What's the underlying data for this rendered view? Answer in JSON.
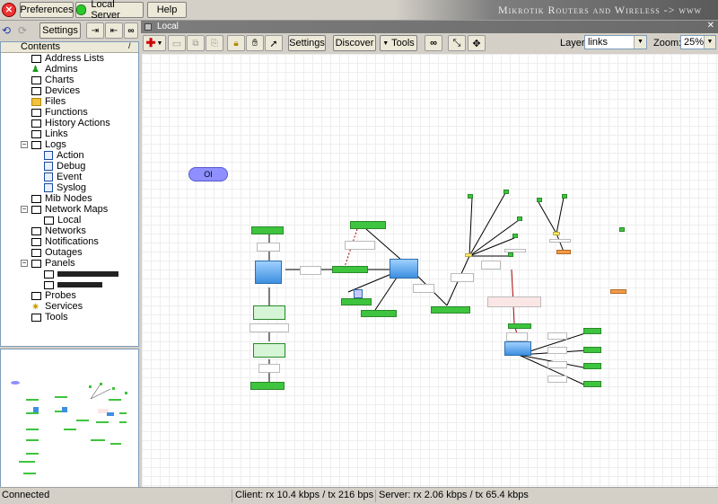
{
  "menubar": {
    "preferences": "Preferences",
    "local_server": "Local Server",
    "help": "Help",
    "brand": "Mikrotik Routers and Wireless -> www"
  },
  "toolbar_left": {
    "settings": "Settings"
  },
  "content_header": {
    "title": "Contents",
    "sort_indicator": "/"
  },
  "tree": {
    "address_lists": "Address Lists",
    "admins": "Admins",
    "charts": "Charts",
    "devices": "Devices",
    "files": "Files",
    "functions": "Functions",
    "history_actions": "History Actions",
    "links": "Links",
    "logs": "Logs",
    "action": "Action",
    "debug": "Debug",
    "event": "Event",
    "syslog": "Syslog",
    "mib_nodes": "Mib Nodes",
    "network_maps": "Network Maps",
    "local": "Local",
    "networks": "Networks",
    "notifications": "Notifications",
    "outages": "Outages",
    "panels": "Panels",
    "probes": "Probes",
    "services": "Services",
    "tools": "Tools"
  },
  "map_window": {
    "title": "Local"
  },
  "map_toolbar": {
    "settings": "Settings",
    "discover": "Discover",
    "tools": "Tools",
    "layer_label": "Layer:",
    "layer_value": "links",
    "zoom_label": "Zoom:",
    "zoom_value": "25%"
  },
  "map": {
    "cloud_label": "OI"
  },
  "status": {
    "connection": "Connected",
    "client": "Client: rx 10.4 kbps / tx 216 bps",
    "server": "Server: rx 2.06 kbps / tx 65.4 kbps"
  },
  "colors": {
    "node_green": "#3ec43e",
    "node_blue": "#3d8fe0",
    "node_orange": "#f29b4a",
    "cloud": "#8f8fff",
    "link_red": "#aa0000"
  }
}
